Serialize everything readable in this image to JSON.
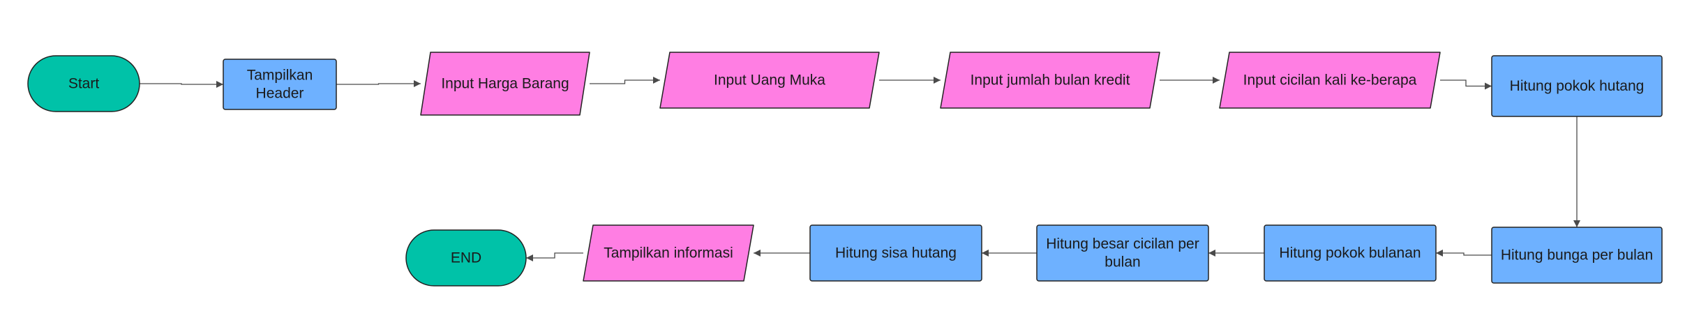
{
  "colors": {
    "terminal": "#00c2a8",
    "process": "#6eb1ff",
    "io": "#ff7ee3",
    "stroke": "#222222",
    "edge": "#4a4a4a"
  },
  "nodes": [
    {
      "id": "start",
      "shape": "terminal",
      "lines": [
        "Start"
      ]
    },
    {
      "id": "header",
      "shape": "process",
      "lines": [
        "Tampilkan",
        "Header"
      ]
    },
    {
      "id": "harga",
      "shape": "io",
      "lines": [
        "Input Harga Barang"
      ]
    },
    {
      "id": "uangmuka",
      "shape": "io",
      "lines": [
        "Input Uang Muka"
      ]
    },
    {
      "id": "bulan",
      "shape": "io",
      "lines": [
        "Input jumlah bulan kredit"
      ]
    },
    {
      "id": "cicilanke",
      "shape": "io",
      "lines": [
        "Input cicilan kali ke-berapa"
      ]
    },
    {
      "id": "pokokhutang",
      "shape": "process",
      "lines": [
        "Hitung pokok hutang"
      ]
    },
    {
      "id": "bunga",
      "shape": "process",
      "lines": [
        "Hitung bunga per bulan"
      ]
    },
    {
      "id": "pokokbulanan",
      "shape": "process",
      "lines": [
        "Hitung pokok bulanan"
      ]
    },
    {
      "id": "besarcicilan",
      "shape": "process",
      "lines": [
        "Hitung besar cicilan per",
        "bulan"
      ]
    },
    {
      "id": "sisahutang",
      "shape": "process",
      "lines": [
        "Hitung sisa hutang"
      ]
    },
    {
      "id": "informasi",
      "shape": "io",
      "lines": [
        "Tampilkan informasi"
      ]
    },
    {
      "id": "end",
      "shape": "terminal",
      "lines": [
        "END"
      ]
    }
  ],
  "edges": [
    {
      "from": "start",
      "to": "header"
    },
    {
      "from": "header",
      "to": "harga"
    },
    {
      "from": "harga",
      "to": "uangmuka"
    },
    {
      "from": "uangmuka",
      "to": "bulan"
    },
    {
      "from": "bulan",
      "to": "cicilanke"
    },
    {
      "from": "cicilanke",
      "to": "pokokhutang"
    },
    {
      "from": "pokokhutang",
      "to": "bunga"
    },
    {
      "from": "bunga",
      "to": "pokokbulanan"
    },
    {
      "from": "pokokbulanan",
      "to": "besarcicilan"
    },
    {
      "from": "besarcicilan",
      "to": "sisahutang"
    },
    {
      "from": "sisahutang",
      "to": "informasi"
    },
    {
      "from": "informasi",
      "to": "end"
    }
  ]
}
